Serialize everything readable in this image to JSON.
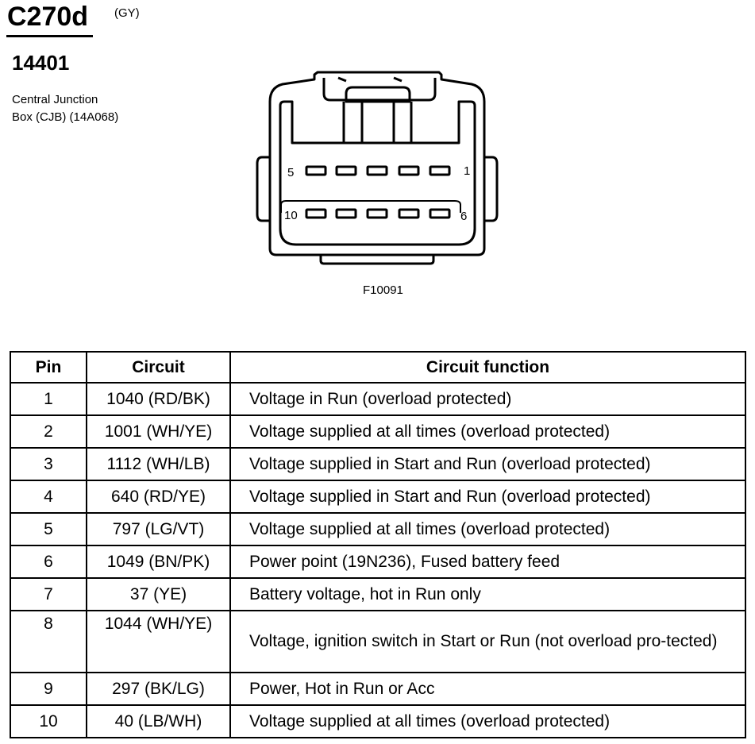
{
  "header": {
    "connector_id": "C270d",
    "color_code": "(GY)",
    "part_number": "14401",
    "description_line1": "Central Junction",
    "description_line2": "Box (CJB) (14A068)"
  },
  "diagram": {
    "pin_label_top_left": "5",
    "pin_label_top_right": "1",
    "pin_label_bottom_left": "10",
    "pin_label_bottom_right": "6",
    "figure_id": "F10091"
  },
  "table": {
    "headers": {
      "pin": "Pin",
      "circuit": "Circuit",
      "function": "Circuit function"
    },
    "rows": [
      {
        "pin": "1",
        "circuit": "1040 (RD/BK)",
        "function": "Voltage in Run (overload protected)"
      },
      {
        "pin": "2",
        "circuit": "1001 (WH/YE)",
        "function": "Voltage supplied at all times (overload protected)"
      },
      {
        "pin": "3",
        "circuit": "1112 (WH/LB)",
        "function": "Voltage supplied in Start and Run (overload protected)"
      },
      {
        "pin": "4",
        "circuit": "640 (RD/YE)",
        "function": "Voltage supplied in Start and Run (overload protected)"
      },
      {
        "pin": "5",
        "circuit": "797 (LG/VT)",
        "function": "Voltage supplied at all times (overload protected)"
      },
      {
        "pin": "6",
        "circuit": "1049 (BN/PK)",
        "function": "Power point (19N236), Fused battery feed"
      },
      {
        "pin": "7",
        "circuit": "37 (YE)",
        "function": "Battery voltage, hot in Run only"
      },
      {
        "pin": "8",
        "circuit": "1044 (WH/YE)",
        "function": "Voltage, ignition switch in Start or Run (not overload pro-tected)"
      },
      {
        "pin": "9",
        "circuit": "297 (BK/LG)",
        "function": "Power, Hot in Run or Acc"
      },
      {
        "pin": "10",
        "circuit": "40 (LB/WH)",
        "function": "Voltage supplied at all times (overload protected)"
      }
    ]
  }
}
